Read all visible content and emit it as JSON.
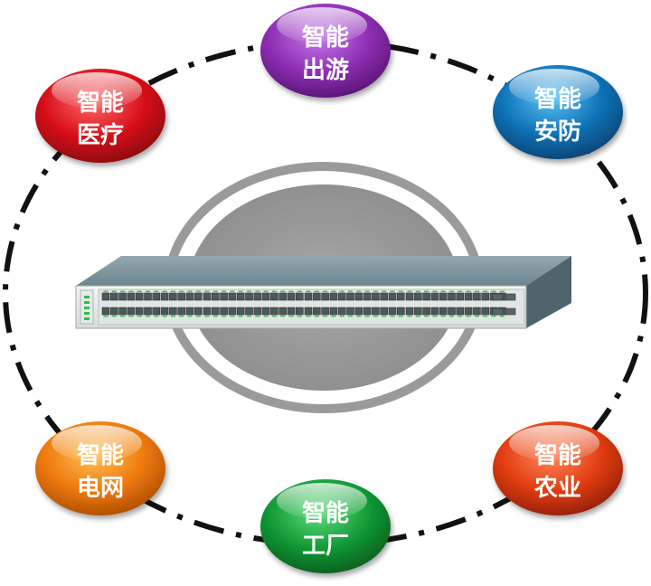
{
  "diagram": {
    "center_device": "network-switch",
    "ring_style": "dash-dot",
    "nodes": [
      {
        "id": "travel",
        "line1": "智能",
        "line2": "出游",
        "color": "#8e2fb5"
      },
      {
        "id": "medical",
        "line1": "智能",
        "line2": "医疗",
        "color": "#d8101a"
      },
      {
        "id": "security",
        "line1": "智能",
        "line2": "安防",
        "color": "#0f73b8"
      },
      {
        "id": "grid",
        "line1": "智能",
        "line2": "电网",
        "color": "#ef7a0c"
      },
      {
        "id": "factory",
        "line1": "智能",
        "line2": "工厂",
        "color": "#129a35"
      },
      {
        "id": "agriculture",
        "line1": "智能",
        "line2": "农业",
        "color": "#e23d12"
      }
    ]
  }
}
